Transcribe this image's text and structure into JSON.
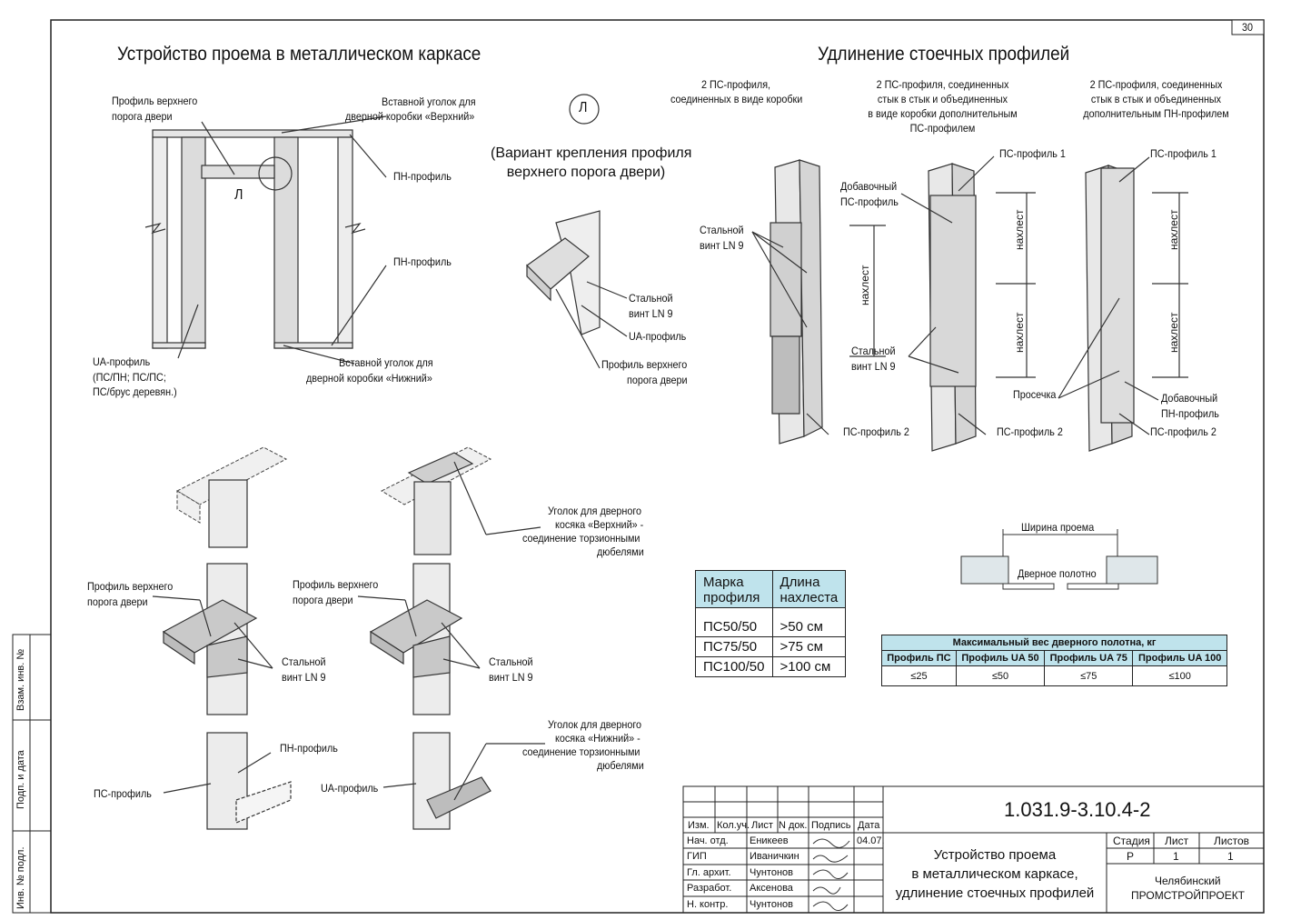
{
  "page_number": "30",
  "left_section": {
    "title": "Устройство проема в металлическом каркасе",
    "callout_letter": "Л",
    "callout_caption_line1": "(Вариант крепления профиля",
    "callout_caption_line2": "верхнего порога двери)",
    "frame_labels": {
      "top_threshold_1": "Профиль верхнего",
      "top_threshold_2": "порога двери",
      "corner_top_1": "Вставной уголок для",
      "corner_top_2": "дверной коробки «Верхний»",
      "pn_profile_1": "ПН-профиль",
      "pn_profile_2": "ПН-профиль",
      "ua_profile_1": "UA-профиль",
      "ua_profile_2": "(ПС/ПН; ПС/ПС;",
      "ua_profile_3": "ПС/брус деревян.)",
      "corner_bottom_1": "Вставной уголок для",
      "corner_bottom_2": "дверной коробки «Нижний»",
      "letter_l": "Л"
    },
    "detail_labels": {
      "screw_1": "Стальной",
      "screw_2": "винт LN 9",
      "ua": "UA-профиль",
      "threshold_1": "Профиль верхнего",
      "threshold_2": "порога двери"
    }
  },
  "right_section": {
    "title": "Удлинение стоечных профилей",
    "variant1_line1": "2 ПС-профиля,",
    "variant1_line2": "соединенных в виде коробки",
    "variant2_line1": "2 ПС-профиля, соединенных",
    "variant2_line2": "стык в стык и объединенных",
    "variant2_line3": "в виде коробки дополнительным",
    "variant2_line4": "ПС-профилем",
    "variant3_line1": "2 ПС-профиля, соединенных",
    "variant3_line2": "стык в стык и объединенных",
    "variant3_line3": "дополнительным ПН-профилем",
    "labels": {
      "steel_screw_1": "Стальной",
      "steel_screw_2": "винт LN 9",
      "ps_profile_2": "ПС-профиль 2",
      "extra_ps_1": "Добавочный",
      "extra_ps_2": "ПС-профиль",
      "ps_profile_1": "ПС-профиль 1",
      "overlap": "нахлест",
      "cut": "Просечка",
      "extra_pn_1": "Добавочный",
      "extra_pn_2": "ПН-профиль"
    }
  },
  "lower_left_labels": {
    "corner_top_1": "Уголок для дверного",
    "corner_top_2": "косяка «Верхний» -",
    "corner_top_3": "соединение торзионными",
    "corner_top_4": "дюбелями",
    "threshold_1": "Профиль верхнего",
    "threshold_2": "порога двери",
    "screw_1": "Стальной",
    "screw_2": "винт LN 9",
    "pn_profile": "ПН-профиль",
    "ps_profile": "ПС-профиль",
    "ua_profile": "UA-профиль",
    "corner_bottom_1": "Уголок для дверного",
    "corner_bottom_2": "косяка «Нижний» -",
    "corner_bottom_3": "соединение торзионными",
    "corner_bottom_4": "дюбелями"
  },
  "opening": {
    "width_label": "Ширина проема",
    "leaf_label": "Дверное полотно"
  },
  "overlap_table": {
    "header_1_line1": "Марка",
    "header_1_line2": "профиля",
    "header_2_line1": "Длина",
    "header_2_line2": "нахлеста",
    "rows": [
      {
        "profile": "ПС50/50",
        "length": ">50 см"
      },
      {
        "profile": "ПС75/50",
        "length": ">75 см"
      },
      {
        "profile": "ПС100/50",
        "length": ">100 см"
      }
    ]
  },
  "weight_table": {
    "title": "Максимальный вес дверного полотна, кг",
    "columns": [
      "Профиль ПС",
      "Профиль UA 50",
      "Профиль UA 75",
      "Профиль UA 100"
    ],
    "values": [
      "≤25",
      "≤50",
      "≤75",
      "≤100"
    ]
  },
  "title_block": {
    "code": "1.031.9-3.10.4-2",
    "col_izm": "Изм.",
    "col_koluch": "Кол.уч.",
    "col_list": "Лист",
    "col_ndok": "N док.",
    "col_podpis": "Подпись",
    "col_data": "Дата",
    "rows": [
      {
        "role": "Нач. отд.",
        "name": "Еникеев",
        "date": "04.07."
      },
      {
        "role": "ГИП",
        "name": "Иваничкин",
        "date": ""
      },
      {
        "role": "Гл. архит.",
        "name": "Чунтонов",
        "date": ""
      },
      {
        "role": "Разработ.",
        "name": "Аксенова",
        "date": ""
      },
      {
        "role": "Н. контр.",
        "name": "Чунтонов",
        "date": ""
      }
    ],
    "doc_title_1": "Устройство проема",
    "doc_title_2": "в металлическом каркасе,",
    "doc_title_3": "удлинение стоечных профилей",
    "stage_label": "Стадия",
    "sheet_label": "Лист",
    "sheets_label": "Листов",
    "stage": "Р",
    "sheet": "1",
    "sheets": "1",
    "org_1": "Челябинский",
    "org_2": "ПРОМСТРОЙПРОЕКТ"
  },
  "side_stamp": {
    "vzam": "Взам. инв. №",
    "podp": "Подп. и дата",
    "inv": "Инв. № подл."
  },
  "colors": {
    "header_fill": "#bfe3ec",
    "line": "#222222",
    "profile_fill": "#d9d9d9"
  }
}
